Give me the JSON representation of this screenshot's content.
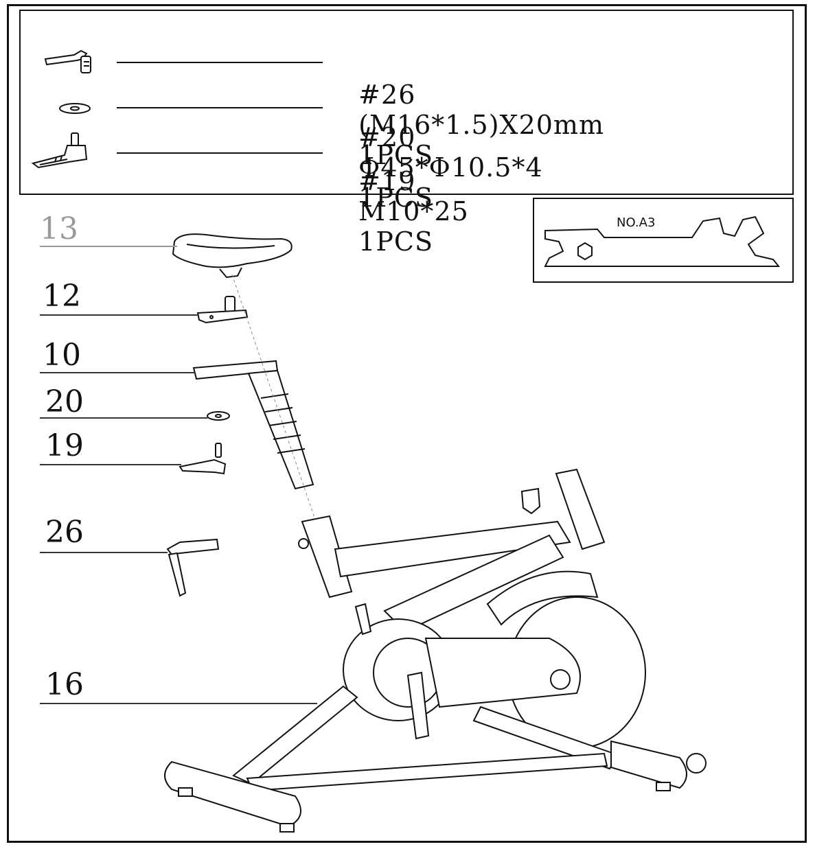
{
  "parts_list": [
    {
      "number": "#26",
      "spec": "(M16*1.5)X20mm",
      "qty": "1PCS",
      "icon": "lever-handle-icon"
    },
    {
      "number": "#20",
      "spec": "Φ45*Φ10.5*4",
      "qty": "1PCS",
      "icon": "washer-icon"
    },
    {
      "number": "#19",
      "spec": "M10*25",
      "qty": "1PCS",
      "icon": "adjust-knob-icon"
    }
  ],
  "tool": {
    "label": "NO.A3",
    "icon": "wrench-icon"
  },
  "callouts": {
    "seat": "13",
    "seat_clamp": "12",
    "seat_slider": "10",
    "washer": "20",
    "slider_knob": "19",
    "post_lever": "26",
    "frame": "16"
  }
}
